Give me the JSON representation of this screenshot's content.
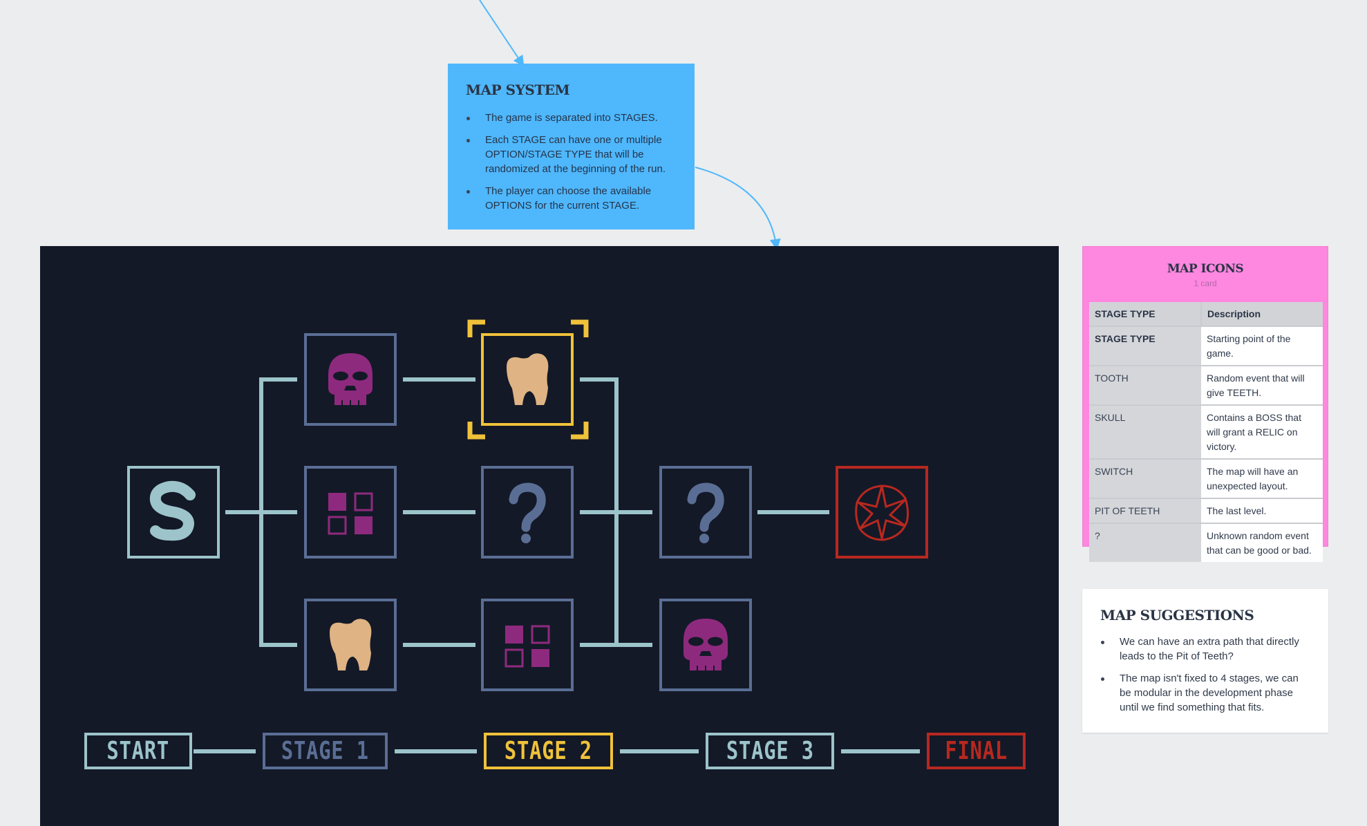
{
  "map_system": {
    "title": "MAP SYSTEM",
    "bullets": [
      "The game is separated into STAGES.",
      "Each STAGE can have one or multiple OPTION/STAGE TYPE that will be randomized at the beginning of the run.",
      "The player can choose the available OPTIONS for the current STAGE."
    ]
  },
  "map_icons": {
    "title": "MAP ICONS",
    "subtitle": "1 card",
    "headers": [
      "STAGE TYPE",
      "Description"
    ],
    "rows": [
      {
        "type": "STAGE TYPE",
        "desc": "Starting point of the game."
      },
      {
        "type": "TOOTH",
        "desc": "Random event that will give TEETH."
      },
      {
        "type": "SKULL",
        "desc": "Contains a BOSS that will grant a RELIC on victory."
      },
      {
        "type": "SWITCH",
        "desc": "The map will have an unexpected layout."
      },
      {
        "type": "PIT OF TEETH",
        "desc": "The last level."
      },
      {
        "type": "?",
        "desc": "Unknown random event that can be good or bad."
      }
    ]
  },
  "map_suggestions": {
    "title": "MAP SUGGESTIONS",
    "bullets": [
      "We can have an extra path that directly leads to the Pit of Teeth?",
      "The map isn't fixed to 4 stages, we can be modular in the development phase until we find something that fits."
    ]
  },
  "game_map": {
    "stages": [
      "START",
      "STAGE 1",
      "STAGE 2",
      "STAGE 3",
      "FINAL"
    ],
    "nodes": {
      "start": [
        "start"
      ],
      "stage1": [
        "skull",
        "switch",
        "tooth"
      ],
      "stage2": [
        "tooth",
        "unknown",
        "switch"
      ],
      "stage3": [
        "unknown",
        "skull"
      ],
      "final": [
        "pit-of-teeth"
      ]
    },
    "selected": "stage2-tooth",
    "colors": {
      "bg": "#141927",
      "line": "#9cc4ca",
      "node": "#5a6e95",
      "skull": "#8e2a7e",
      "tooth": "#dfb383",
      "selected": "#f0c23a",
      "final": "#b8281f"
    }
  }
}
